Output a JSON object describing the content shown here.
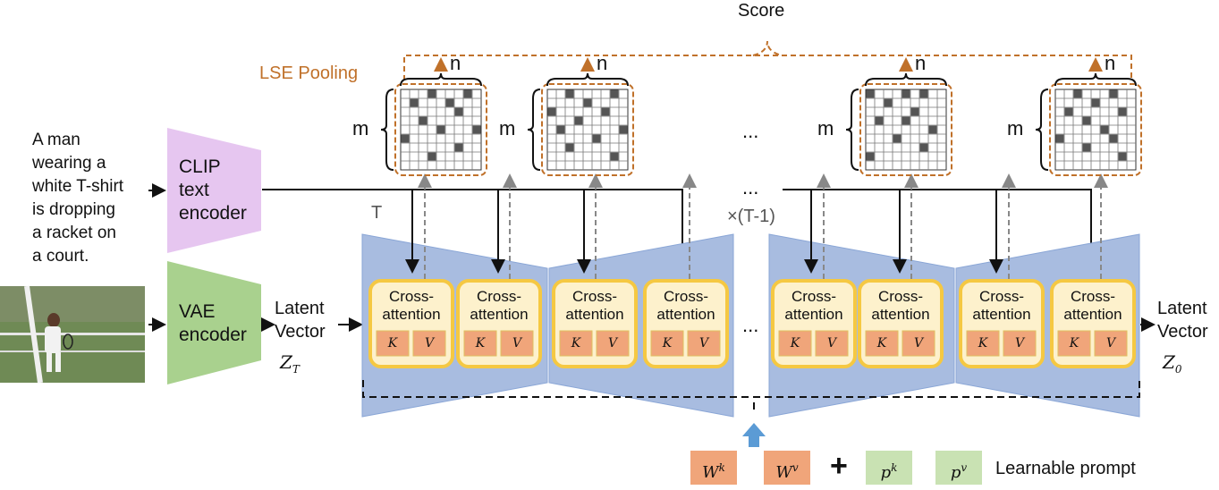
{
  "title": "Score",
  "pooling_label": "LSE Pooling",
  "matrix_dims": {
    "rows": "m",
    "cols": "n"
  },
  "caption": "A man\nwearing a\nwhite T-shirt\nis dropping\na racket on\na court.",
  "clip_encoder_label": "CLIP\ntext\nencoder",
  "vae_encoder_label": "VAE\nencoder",
  "latent_in": {
    "label": "Latent\nVector",
    "symbol": "Z_T"
  },
  "latent_out": {
    "label": "Latent\nVector",
    "symbol": "Z_0"
  },
  "timestep_T": "T",
  "timestep_repeat": "×(T-1)",
  "ellipsis": "...",
  "cross_attention_label": "Cross-\nattention",
  "key_symbol": "K",
  "value_symbol": "V",
  "bottom": {
    "wk": "W^k",
    "wv": "W^v",
    "plus": "+",
    "pk": "p^k",
    "pv": "p^v",
    "learnable": "Learnable prompt"
  },
  "colors": {
    "clip": "#e6c6f0",
    "vae": "#a9d18e",
    "unet": "#a8bce0",
    "cross_attn_fill": "#fdf1cc",
    "cross_attn_border": "#f5c842",
    "kv_fill": "#f0a57a",
    "prompt_fill": "#c9e2b3",
    "pooling": "#c0712a",
    "arrow_blue": "#5b9bd5"
  }
}
